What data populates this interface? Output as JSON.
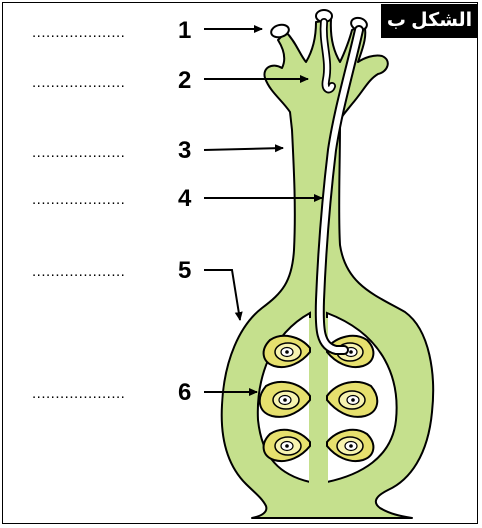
{
  "figure_tag": "الشكل ب",
  "answer_placeholder": "....................",
  "labels": [
    {
      "number": "1",
      "answer": "...................."
    },
    {
      "number": "2",
      "answer": "...................."
    },
    {
      "number": "3",
      "answer": "...................."
    },
    {
      "number": "4",
      "answer": "...................."
    },
    {
      "number": "5",
      "answer": "...................."
    },
    {
      "number": "6",
      "answer": "...................."
    }
  ],
  "colors": {
    "tissue": "#c5e08d",
    "outline": "#000000",
    "ovule_outer": "#e6e06e",
    "ovule_inner": "#f7f3b0",
    "tube": "#ffffff",
    "tag_bg": "#000000"
  }
}
